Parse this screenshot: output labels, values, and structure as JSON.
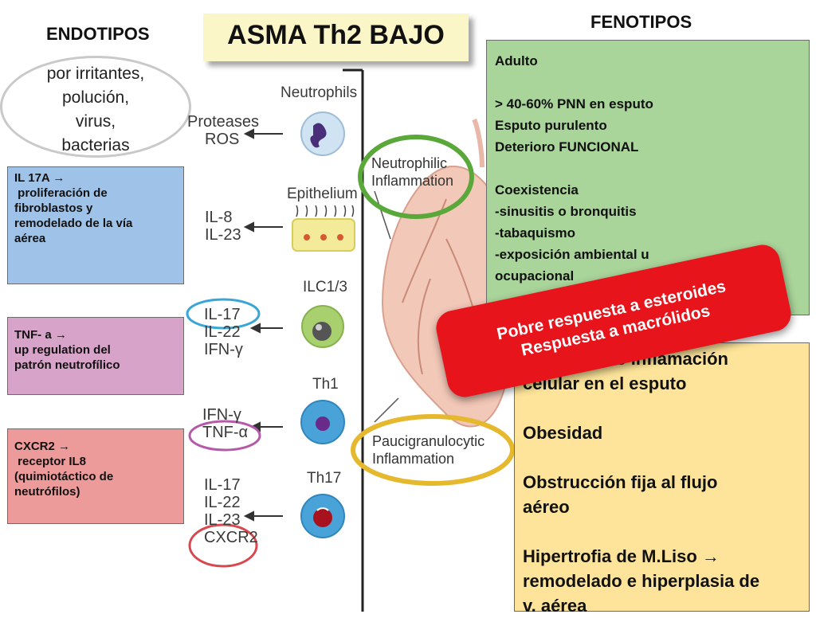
{
  "headers": {
    "endotipos": "ENDOTIPOS",
    "fenotipos": "FENOTIPOS",
    "title": "ASMA Th2 BAJO"
  },
  "triggers": [
    "por irritantes,",
    "polución,",
    "virus,",
    "bacterias"
  ],
  "endotype_boxes": [
    {
      "lines": [
        "IL 17A →",
        " proliferación de",
        "fibroblastos y",
        "remodelado de la vía",
        "aérea"
      ],
      "color": "#9fc3e8"
    },
    {
      "lines": [
        "TNF- a →",
        "up regulation del",
        "patrón neutrofílico"
      ],
      "color": "#d7a3c8"
    },
    {
      "lines": [
        "CXCR2 →",
        " receptor IL8",
        "(quimiotáctico de",
        "neutrófilos)"
      ],
      "color": "#ec9a9a"
    }
  ],
  "phenotype_green": {
    "color": "#a9d49a",
    "lines": [
      "Adulto",
      "",
      "> 40-60% PNN en esputo",
      "Esputo purulento",
      "Deterioro FUNCIONAL",
      "",
      "Coexistencia",
      "-sinusitis o bronquitis",
      "-tabaquismo",
      "-exposición ambiental u",
      "ocupacional"
    ]
  },
  "phenotype_yellow": {
    "color": "#fde49a",
    "lines": [
      "Ausencia de inflamación",
      "celular en el esputo",
      "",
      "Obesidad",
      "",
      "Obstrucción fija al flujo",
      "aéreo",
      "",
      "Hipertrofia de M.Liso →",
      "remodelado e hiperplasia de",
      "v. aérea"
    ]
  },
  "callout": {
    "color": "#e8141c",
    "lines": [
      "Pobre respuesta a esteroides",
      "Respuesta a macrólidos"
    ]
  },
  "diagram": {
    "cells": [
      {
        "name": "Neutrophils",
        "mediators": [
          "Proteases",
          "ROS"
        ]
      },
      {
        "name": "Epithelium",
        "mediators": [
          "IL-8",
          "IL-23"
        ]
      },
      {
        "name": "ILC1/3",
        "mediators": [
          "IL-17",
          "IL-22",
          "IFN-γ"
        ]
      },
      {
        "name": "Th1",
        "mediators": [
          "IFN-γ",
          "TNF-α"
        ]
      },
      {
        "name": "Th17",
        "mediators": [
          "IL-17",
          "IL-22",
          "IL-23",
          "CXCR2"
        ]
      }
    ],
    "inflammation": [
      {
        "lines": [
          "Neutrophilic",
          "Inflammation"
        ],
        "ring_color": "#5aa83a"
      },
      {
        "lines": [
          "Paucigranulocytic",
          "Inflammation"
        ],
        "ring_color": "#e6b82e"
      }
    ]
  },
  "highlight_colors": {
    "blue": "#3aa6d8",
    "purple": "#b45aa8",
    "red": "#d8484e"
  }
}
